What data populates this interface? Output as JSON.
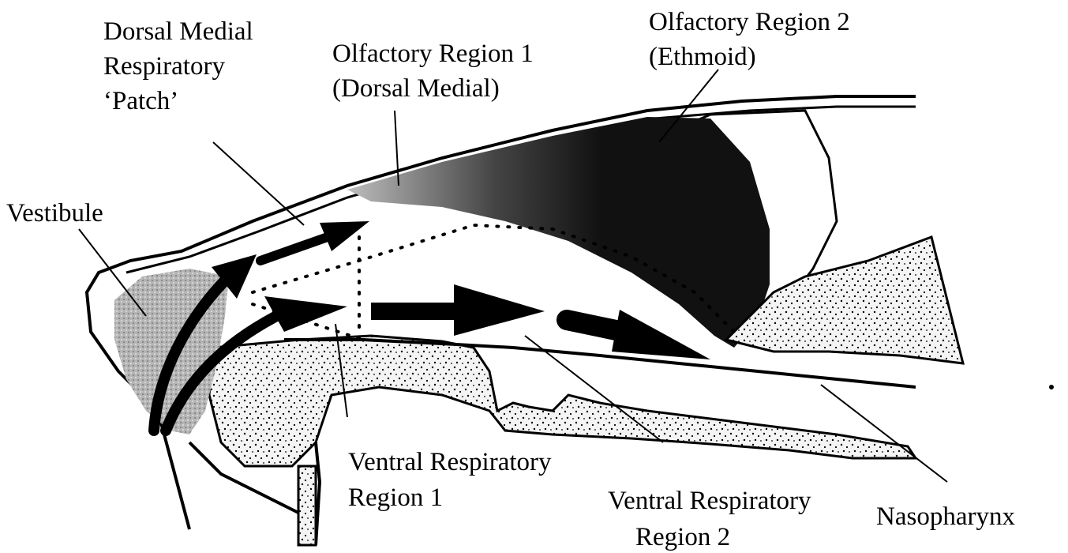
{
  "labels": {
    "dorsal_medial_line1": "Dorsal Medial",
    "dorsal_medial_line2": "Respiratory",
    "dorsal_medial_line3": "‘Patch’",
    "olfactory1_line1": "Olfactory Region 1",
    "olfactory1_line2": "(Dorsal Medial)",
    "olfactory2_line1": "Olfactory Region 2",
    "olfactory2_line2": "(Ethmoid)",
    "vestibule": "Vestibule",
    "ventral1_line1": "Ventral Respiratory",
    "ventral1_line2": "Region 1",
    "ventral2_line1": "Ventral Respiratory",
    "ventral2_line2": "Region 2",
    "nasopharynx": "Nasopharynx"
  },
  "colors": {
    "ink": "#000000",
    "olfactory_fill": "#111111",
    "vestibule_fill": "#b8b8b8",
    "stipple_fill": "#f2f2f2",
    "background": "#ffffff"
  }
}
